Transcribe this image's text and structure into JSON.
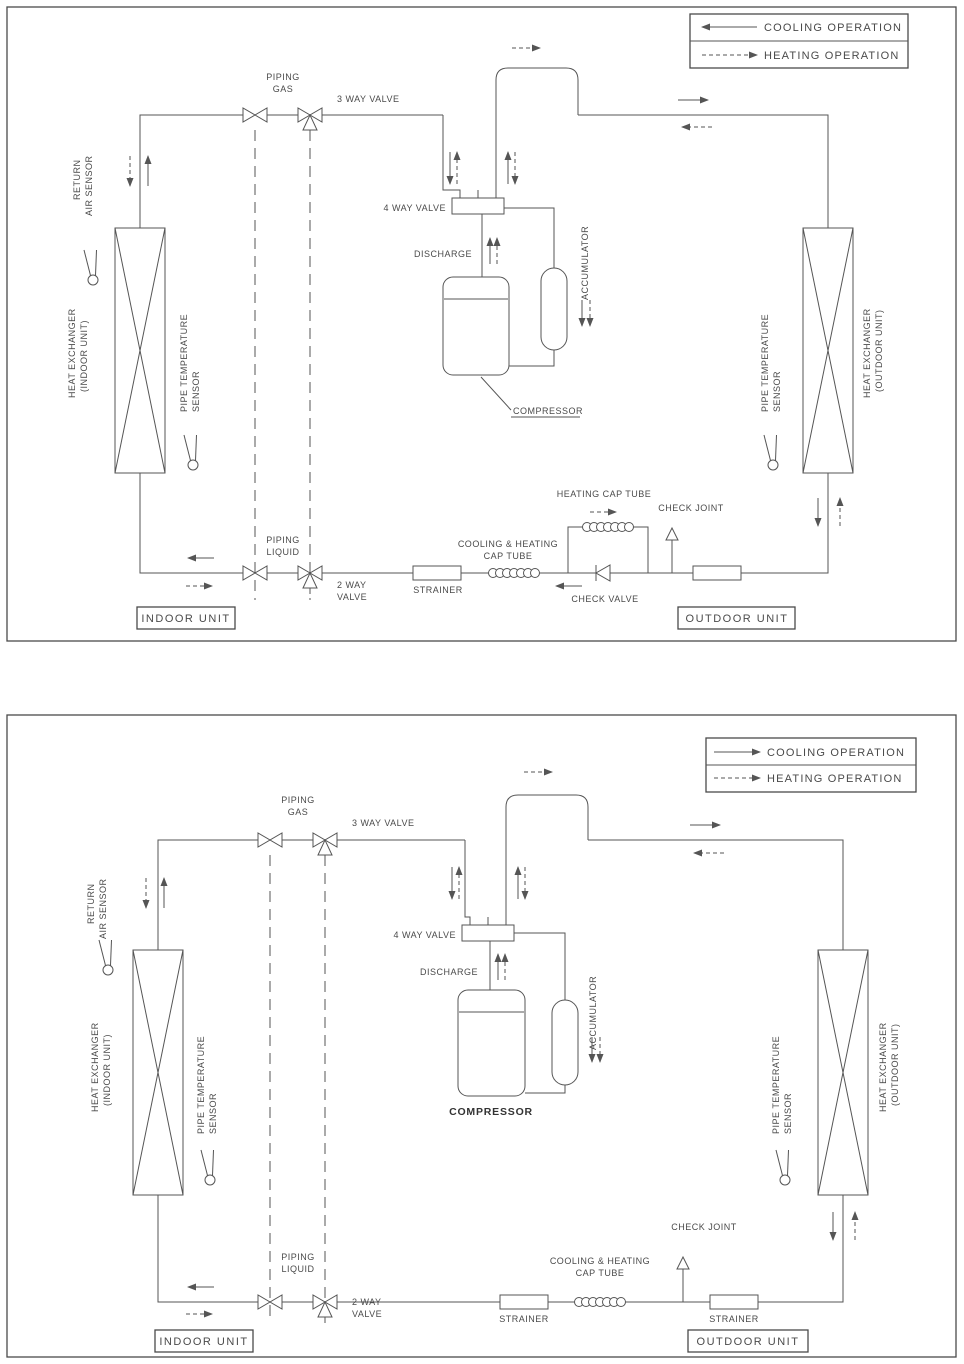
{
  "legend": {
    "cooling_label": "COOLING OPERATION",
    "heating_label": "HEATING OPERATION"
  },
  "labels": {
    "piping": "PIPING",
    "gas": "GAS",
    "liquid": "LIQUID",
    "three_way_valve": "3 WAY VALVE",
    "four_way_valve": "4 WAY VALVE",
    "two_way_1": "2 WAY",
    "two_way_2": "VALVE",
    "discharge": "DISCHARGE",
    "accumulator": "ACCUMULATOR",
    "compressor": "COMPRESSOR",
    "return_1": "RETURN",
    "return_2": "AIR SENSOR",
    "hx": "HEAT EXCHANGER",
    "hx_indoor": "(INDOOR UNIT)",
    "hx_outdoor": "(OUTDOOR UNIT)",
    "pts_1": "PIPE TEMPERATURE",
    "pts_2": "SENSOR",
    "strainer": "STRAINER",
    "chct_1": "COOLING & HEATING",
    "chct_2": "CAP TUBE",
    "heating_cap_tube": "HEATING CAP TUBE",
    "check_valve": "CHECK VALVE",
    "check_joint": "CHECK JOINT",
    "indoor_unit": "INDOOR UNIT",
    "outdoor_unit": "OUTDOOR UNIT"
  }
}
